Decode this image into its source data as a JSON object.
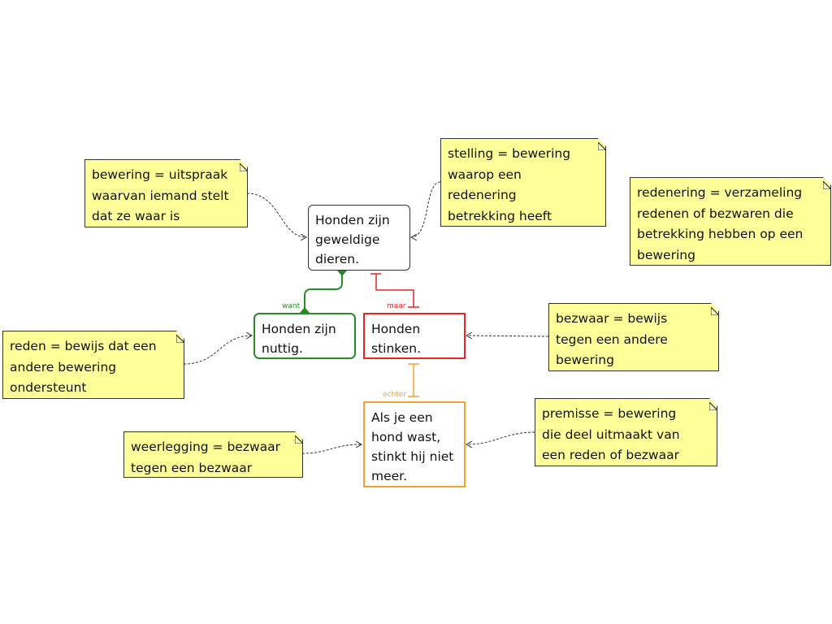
{
  "notes": {
    "bewering": "bewering = uitspraak\nwaarvan iemand stelt\ndat ze waar is",
    "stelling": "stelling = bewering\nwaarop een\nredenering\nbetrekking heeft",
    "redenering": "redenering = verzameling\nredenen of bezwaren die\nbetrekking hebben op een\nbewering",
    "reden": "reden = bewijs dat een\nandere bewering\nondersteunt",
    "bezwaar": "bezwaar = bewijs\ntegen een andere\nbewering",
    "weerlegging": "weerlegging = bezwaar\ntegen een bezwaar",
    "premisse": "premisse = bewering\ndie deel uitmaakt van\neen reden of bezwaar"
  },
  "claims": {
    "main": "Honden zijn\ngeweldige\ndieren.",
    "reason": "Honden zijn\nnuttig.",
    "objection": "Honden\nstinken.",
    "rebuttal": "Als je een\nhond wast,\nstinkt hij niet\nmeer."
  },
  "links": {
    "want": "want",
    "maar": "maar",
    "echter": "echter"
  },
  "colors": {
    "note": "#ffff99",
    "reason": "#2a8a2a",
    "objection": "#ee2222",
    "rebuttal": "#f5a030"
  }
}
